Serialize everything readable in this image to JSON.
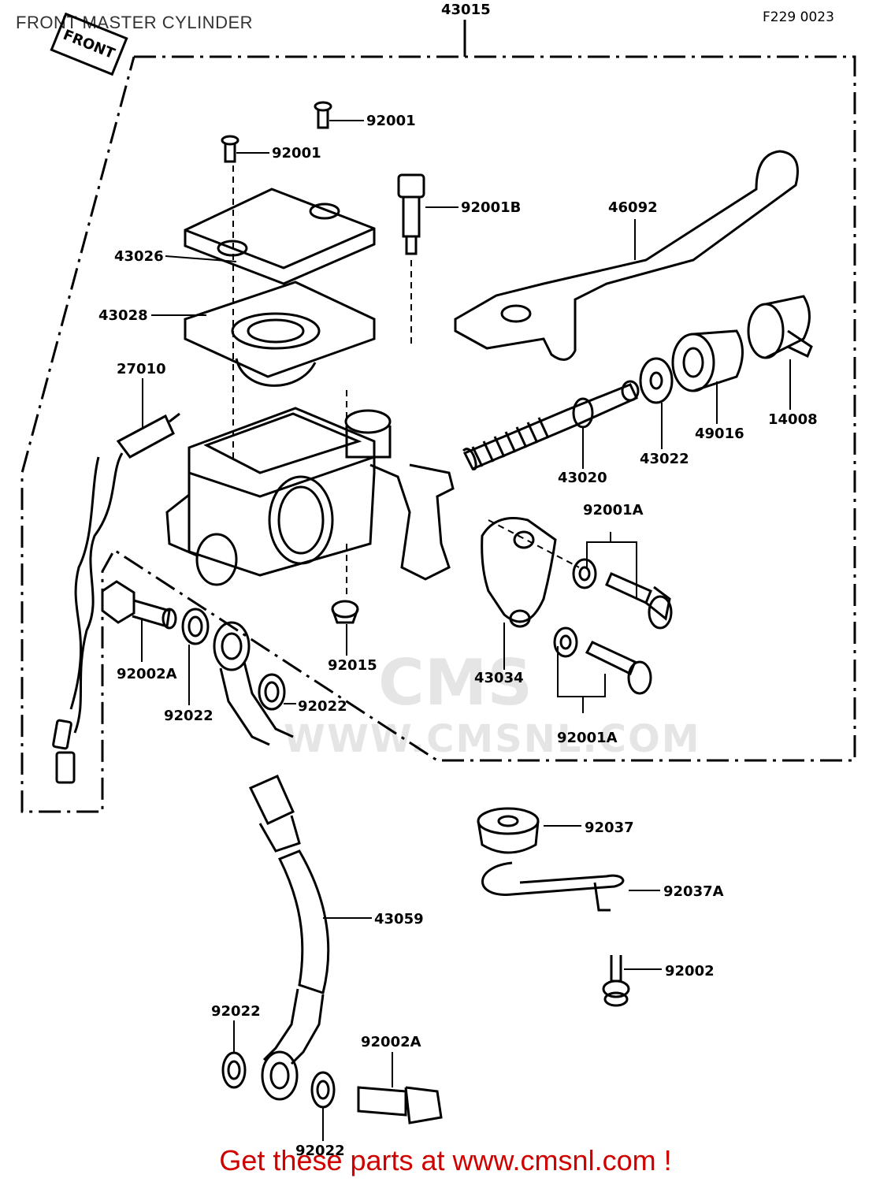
{
  "header": {
    "title": "FRONT MASTER CYLINDER",
    "figure_code": "F229   0023",
    "assembly_number": "43015",
    "front_tag": "FRONT"
  },
  "parts": {
    "p92001_top": "92001",
    "p92001_left": "92001",
    "p92001B": "92001B",
    "p46092": "46092",
    "p43026": "43026",
    "p43028": "43028",
    "p27010": "27010",
    "p43020": "43020",
    "p43022": "43022",
    "p49016": "49016",
    "p14008": "14008",
    "p92001A_upper": "92001A",
    "p92001A_lower": "92001A",
    "p92015": "92015",
    "p43034": "43034",
    "p92002A_upper": "92002A",
    "p92022_a": "92022",
    "p92022_b": "92022",
    "p92037": "92037",
    "p92037A": "92037A",
    "p43059": "43059",
    "p92002": "92002",
    "p92022_c": "92022",
    "p92002A_lower": "92002A",
    "p92022_d": "92022"
  },
  "watermark": {
    "logo": "CMS",
    "url": "WWW.CMSNL.COM"
  },
  "footer": {
    "text": "Get these parts at www.cmsnl.com !"
  },
  "colors": {
    "footer": "#d00000",
    "line": "#000000"
  }
}
